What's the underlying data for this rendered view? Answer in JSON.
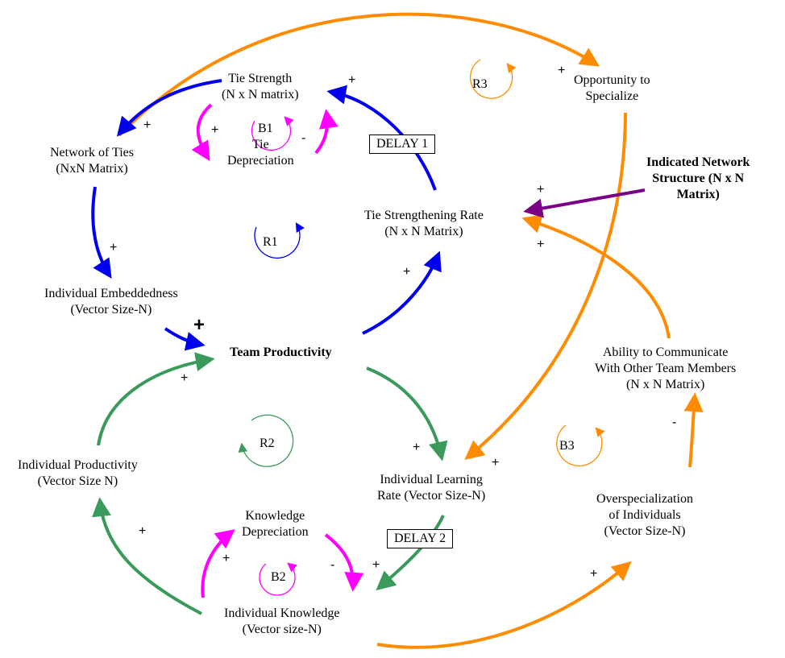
{
  "colors": {
    "blue": "#0000ee",
    "orange": "#ff8c00",
    "green": "#3a9a5c",
    "magenta": "#ff00ff",
    "purple": "#7a0088"
  },
  "nodes": {
    "tie_strength": [
      "Tie Strength",
      "(N x N matrix)"
    ],
    "tie_depreciation": [
      "Tie",
      "Depreciation"
    ],
    "network_of_ties": [
      "Network of Ties",
      "(NxN Matrix)"
    ],
    "opportunity_to_specialize": [
      "Opportunity to",
      "Specialize"
    ],
    "indicated_network_structure": [
      "Indicated Network",
      "Structure (N x N",
      "Matrix)"
    ],
    "tie_strengthening_rate": [
      "Tie Strengthening Rate",
      "(N x N Matrix)"
    ],
    "individual_embeddedness": [
      "Individual Embeddedness",
      "(Vector Size-N)"
    ],
    "team_productivity": [
      "Team Productivity"
    ],
    "ability_to_communicate": [
      "Ability to Communicate",
      "With Other Team Members",
      "(N x N Matrix)"
    ],
    "individual_productivity": [
      "Individual Productivity",
      "(Vector Size N)"
    ],
    "individual_learning_rate": [
      "Individual Learning",
      "Rate (Vector Size-N)"
    ],
    "overspecialization": [
      "Overspecialization",
      "of Individuals",
      "(Vector Size-N)"
    ],
    "knowledge_depreciation": [
      "Knowledge",
      "Depreciation"
    ],
    "individual_knowledge": [
      "Individual Knowledge",
      "(Vector size-N)"
    ]
  },
  "delays": {
    "delay1": "DELAY 1",
    "delay2": "DELAY 2"
  },
  "loops": {
    "r1": "R1",
    "r2": "R2",
    "r3": "R3",
    "b1": "B1",
    "b2": "B2",
    "b3": "B3"
  },
  "signs": {
    "plus": "+",
    "minus": "-"
  }
}
